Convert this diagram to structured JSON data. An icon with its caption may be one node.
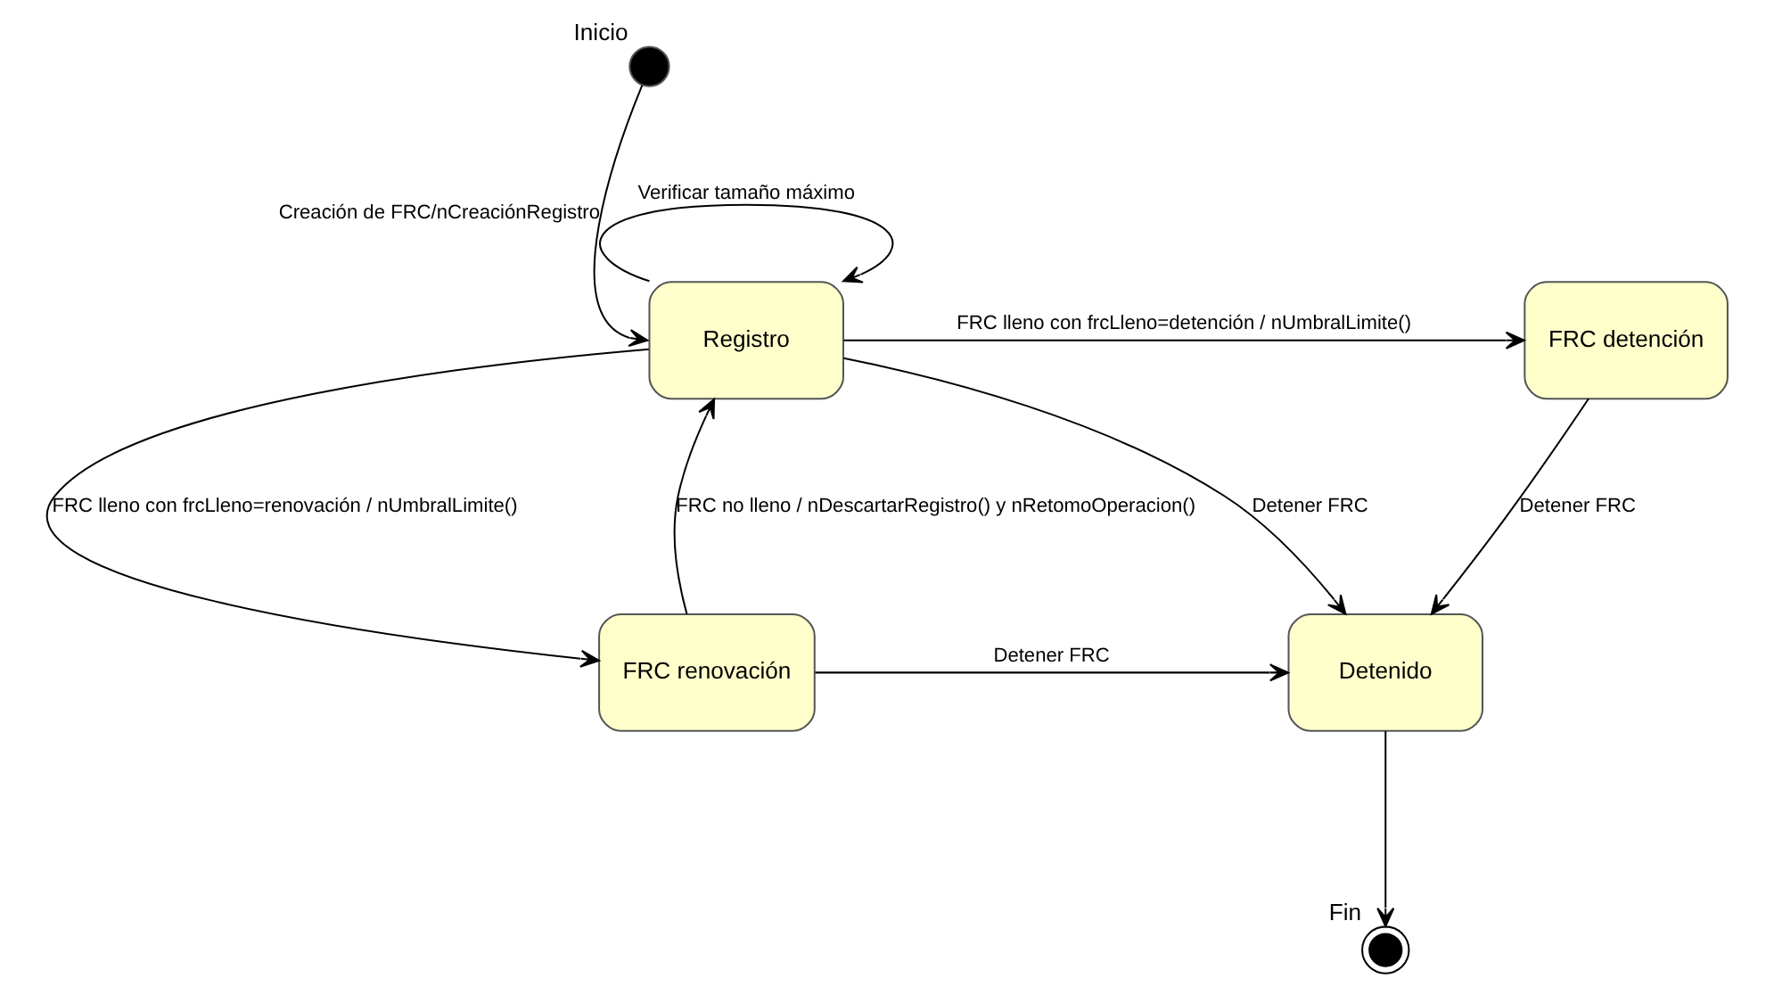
{
  "diagram": {
    "nodes": [
      {
        "text": [],
        "shape": "circle",
        "beside": [
          "Inicio"
        ]
      },
      {
        "text": [
          "Registro"
        ]
      },
      {
        "text": [
          "FRC detención"
        ]
      },
      {
        "text": [
          "FRC renovación"
        ]
      },
      {
        "text": [
          "Detenido"
        ]
      },
      {
        "text": [],
        "shape": "bullseye",
        "beside": [
          "Fin"
        ]
      }
    ],
    "edges": [
      {
        "from": 0,
        "to": 1,
        "arrow": "to",
        "label": "Creación de FRC/nCreaciónRegistro"
      },
      {
        "from": 1,
        "to": 1,
        "arrow": "to",
        "label": "Verificar tamaño máximo"
      },
      {
        "from": 1,
        "to": 2,
        "arrow": "to",
        "label": "FRC lleno con frcLleno=detención / nUmbralLimite()"
      },
      {
        "from": 1,
        "to": 3,
        "arrow": "to",
        "label": "FRC lleno con frcLleno=renovación / nUmbralLimite()"
      },
      {
        "from": 3,
        "to": 1,
        "arrow": "to",
        "label": "FRC no lleno / nDescartarRegistro() y nRetomoOperacion()"
      },
      {
        "from": 1,
        "to": 4,
        "arrow": "to",
        "label": "Detener FRC"
      },
      {
        "from": 2,
        "to": 4,
        "arrow": "to",
        "label": "Detener FRC"
      },
      {
        "from": 3,
        "to": 4,
        "arrow": "to",
        "label": "Detener FRC"
      },
      {
        "from": 4,
        "to": 5,
        "arrow": "to"
      }
    ]
  }
}
